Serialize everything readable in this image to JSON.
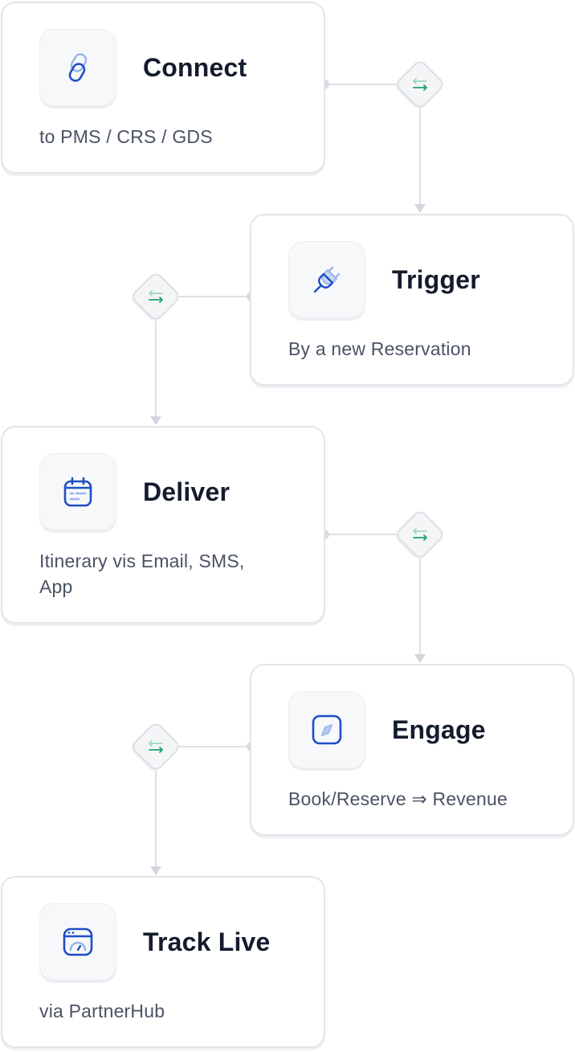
{
  "steps": [
    {
      "title": "Connect",
      "desc": "to PMS / CRS / GDS",
      "icon": "link-icon"
    },
    {
      "title": "Trigger",
      "desc": "By a new Reservation",
      "icon": "plug-icon"
    },
    {
      "title": "Deliver",
      "desc": "Itinerary vis Email, SMS, App",
      "icon": "calendar-icon"
    },
    {
      "title": "Engage",
      "desc": "Book/Reserve ⇒ Revenue",
      "icon": "compass-icon"
    },
    {
      "title": "Track Live",
      "desc": "via PartnerHub",
      "icon": "dashboard-icon"
    }
  ],
  "connector_icon": "swap-arrows-icon",
  "colors": {
    "icon_blue": "#1f4fc4",
    "icon_light_blue": "#9db6ea",
    "swap_green": "#1aa36a",
    "swap_light_green": "#9fd8bd",
    "connector_line": "#dde0e6"
  }
}
